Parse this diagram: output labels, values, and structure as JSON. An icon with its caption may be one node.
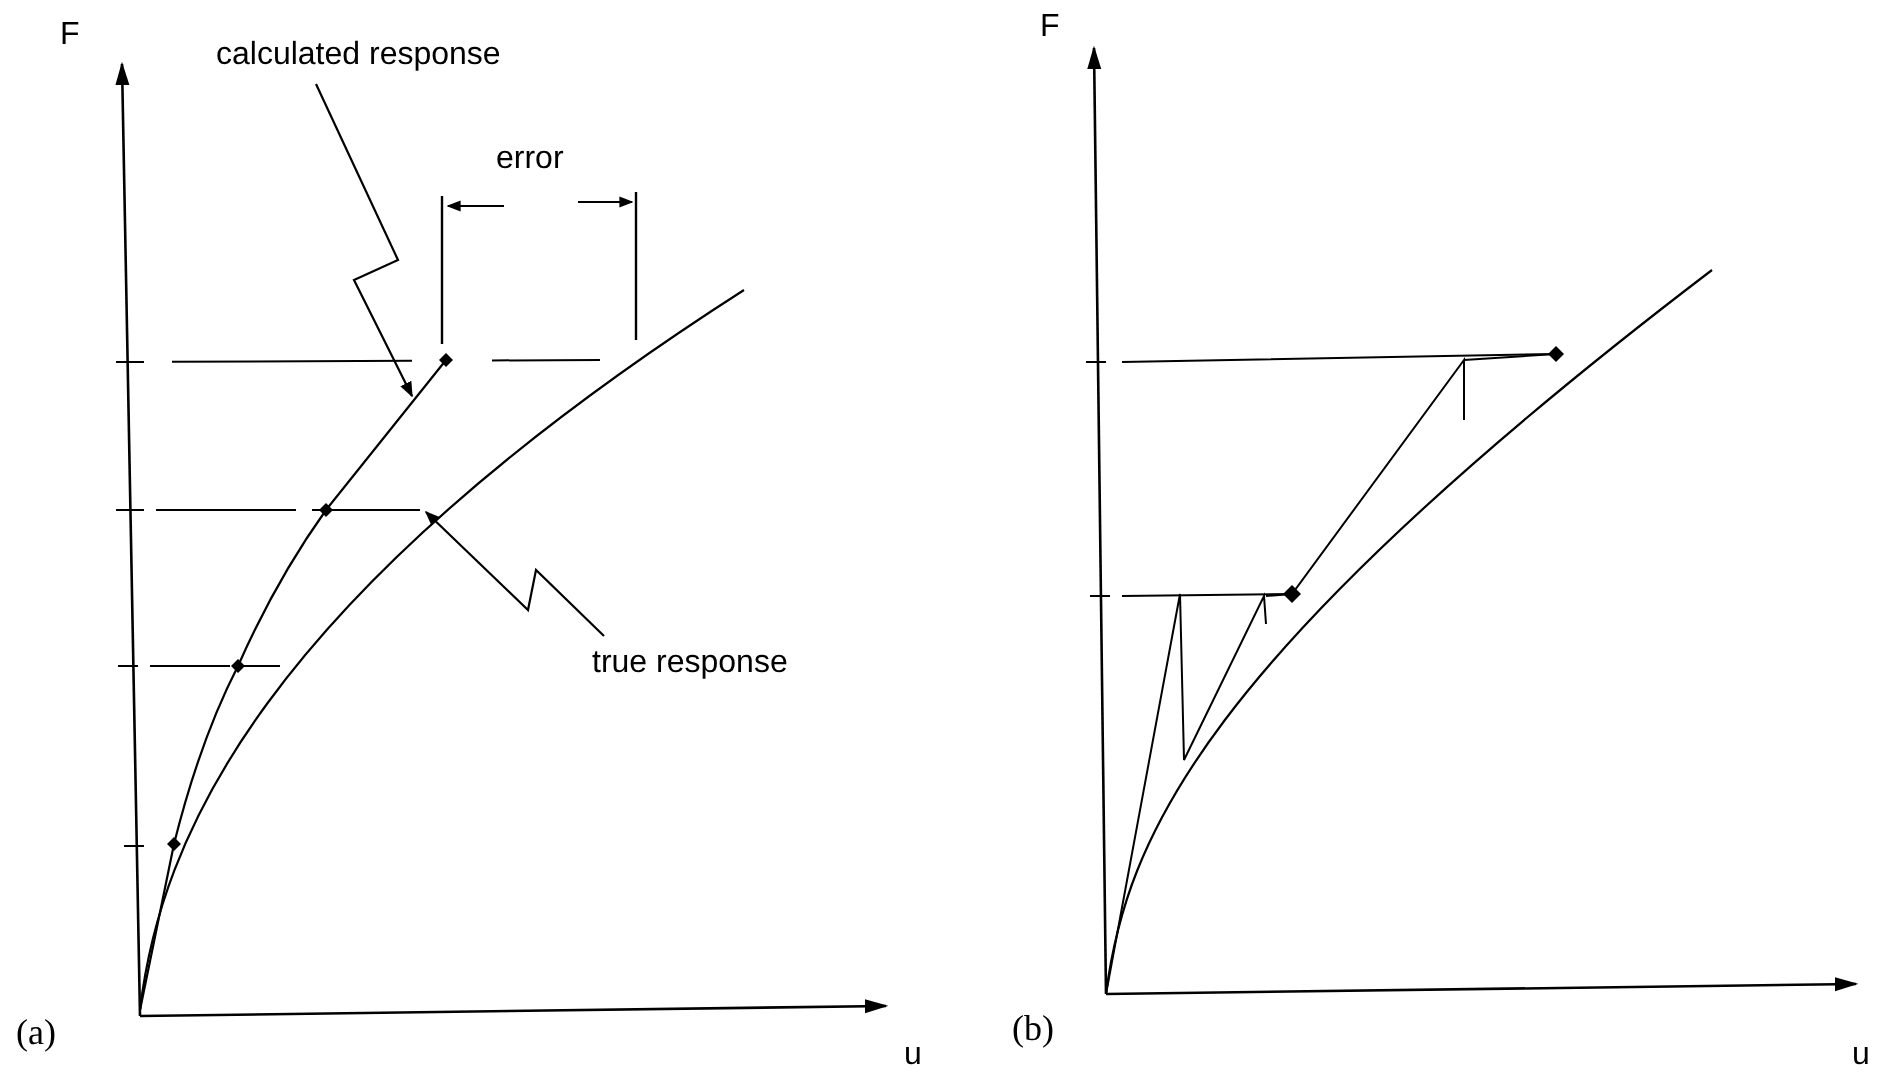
{
  "diagram": {
    "nodes": [
      {
        "text": [
          "calculated response"
        ]
      },
      {
        "text": [
          "true response"
        ]
      }
    ],
    "edges": [
      {
        "from": 0,
        "to": null,
        "arrow": "to"
      },
      {
        "from": 1,
        "to": null,
        "arrow": "to"
      }
    ],
    "labels": [
      "F",
      "error",
      "(a)",
      "u",
      "F",
      "(b)",
      "u"
    ]
  }
}
